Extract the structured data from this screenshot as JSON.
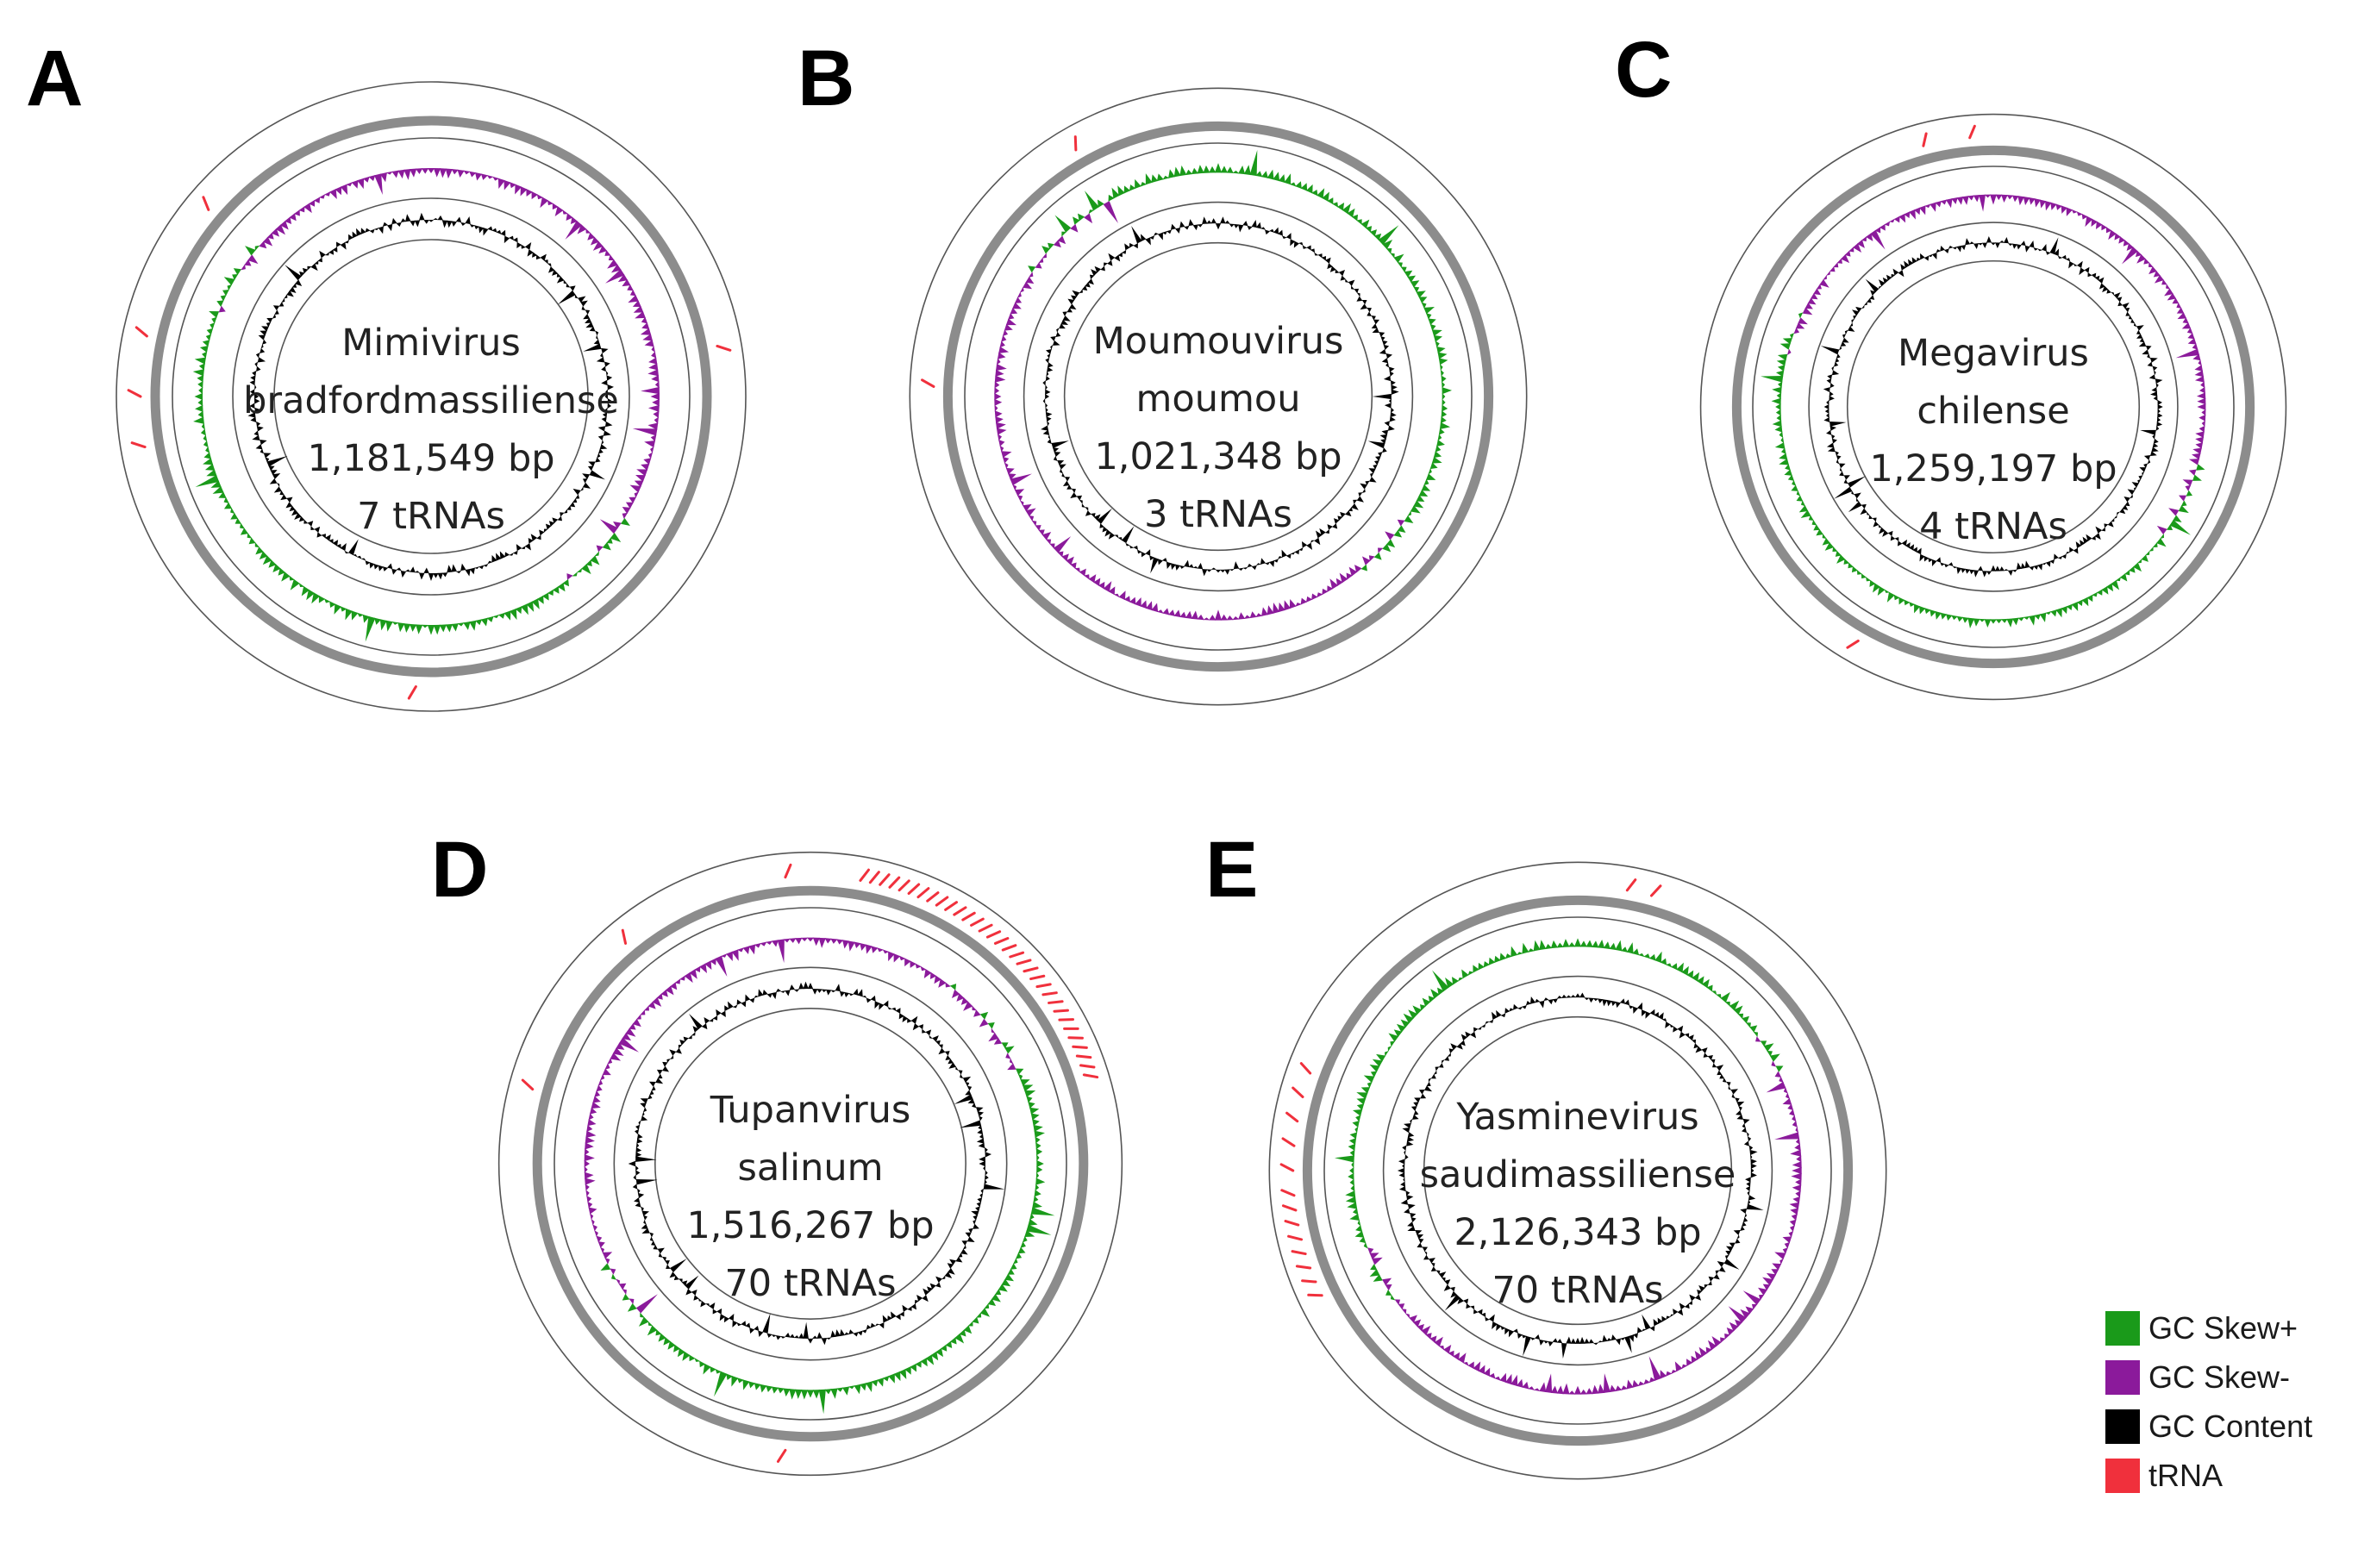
{
  "panels": [
    {
      "letter": "A",
      "name_line1": "Mimivirus",
      "name_line2": "bradfordmassiliense",
      "size": "1,181,549 bp",
      "trnas": "7 tRNAs"
    },
    {
      "letter": "B",
      "name_line1": "Moumouvirus",
      "name_line2": "moumou",
      "size": "1,021,348 bp",
      "trnas": "3 tRNAs"
    },
    {
      "letter": "C",
      "name_line1": "Megavirus",
      "name_line2": "chilense",
      "size": "1,259,197 bp",
      "trnas": "4 tRNAs"
    },
    {
      "letter": "D",
      "name_line1": "Tupanvirus",
      "name_line2": "salinum",
      "size": "1,516,267 bp",
      "trnas": "70 tRNAs"
    },
    {
      "letter": "E",
      "name_line1": "Yasminevirus",
      "name_line2": "saudimassiliense",
      "size": "2,126,343  bp",
      "trnas": "70 tRNAs"
    }
  ],
  "legend": [
    {
      "label": "GC Skew+",
      "color": "#1a9a1a"
    },
    {
      "label": "GC Skew-",
      "color": "#8b1a9b"
    },
    {
      "label": "GC Content",
      "color": "#000000"
    },
    {
      "label": "tRNA",
      "color": "#f0303c"
    }
  ],
  "colors": {
    "gc_skew_pos": "#1a9a1a",
    "gc_skew_neg": "#8b1a9b",
    "gc_content": "#000000",
    "trna": "#f0303c",
    "genome_ring": "#8c8c8c",
    "guide_ring": "#555555"
  }
}
